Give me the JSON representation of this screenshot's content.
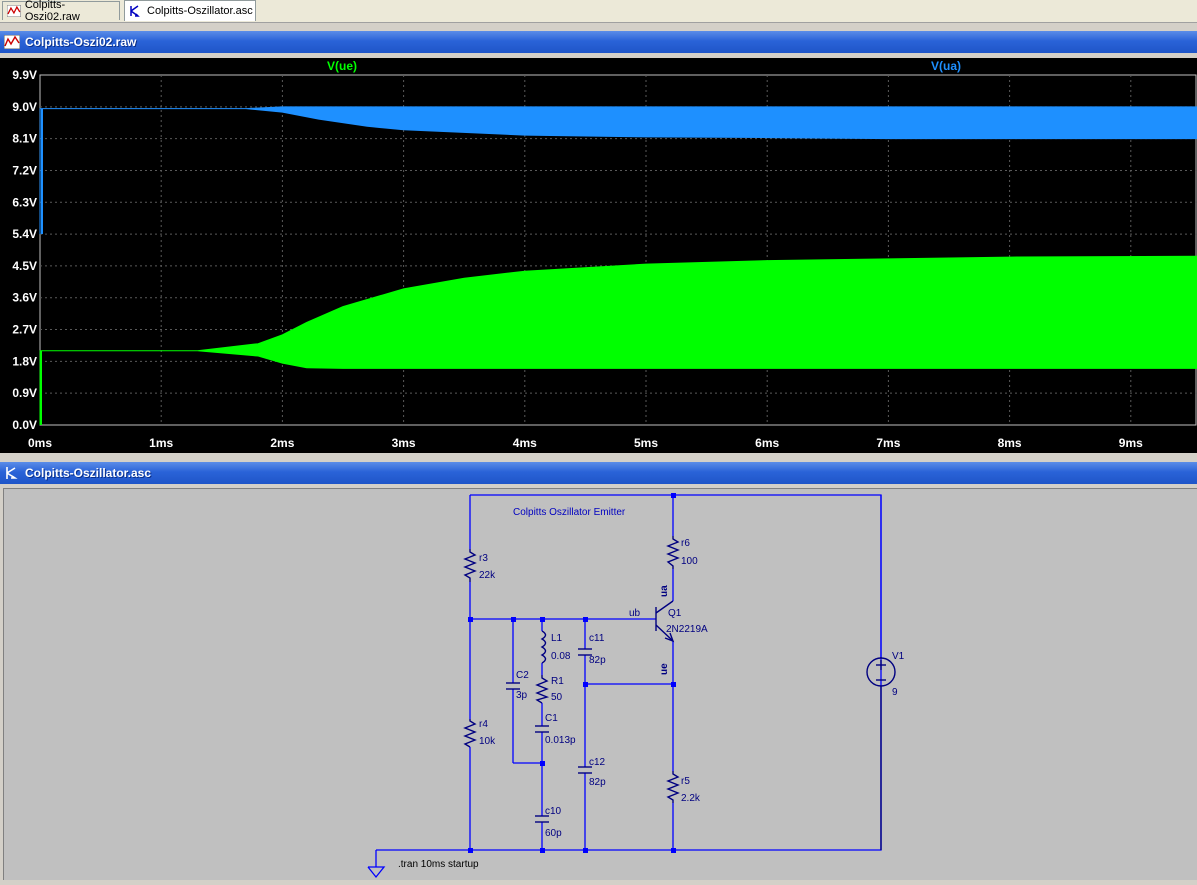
{
  "tabs": [
    {
      "label": "Colpitts-Oszi02.raw",
      "icon": "waveform-icon",
      "active": false
    },
    {
      "label": "Colpitts-Oszillator.asc",
      "icon": "schematic-icon",
      "active": true
    }
  ],
  "plot_window": {
    "title": "Colpitts-Oszi02.raw",
    "icon": "waveform-icon"
  },
  "schematic_window": {
    "title": "Colpitts-Oszillator.asc",
    "icon": "schematic-icon"
  },
  "colors": {
    "ue": "#00ff00",
    "ua": "#1e90ff",
    "axis": "#c0c0c0",
    "grid": "#5a5a5a",
    "wire": "#0000ff",
    "component": "#000080",
    "label": "#000080"
  },
  "chart_data": {
    "type": "line",
    "series": [
      {
        "name": "V(ue)",
        "color": "#00ff00",
        "x": [
          0,
          0.001,
          1.3,
          1.8,
          2.0,
          2.2,
          2.5,
          3.0,
          3.5,
          4.0,
          5.0,
          6.0,
          7.0,
          8.0,
          10.0
        ],
        "upper": [
          0,
          2.1,
          2.1,
          2.3,
          2.55,
          2.9,
          3.35,
          3.85,
          4.15,
          4.35,
          4.55,
          4.65,
          4.7,
          4.75,
          4.78
        ],
        "lower": [
          0,
          2.1,
          2.1,
          1.95,
          1.75,
          1.62,
          1.6,
          1.6,
          1.6,
          1.6,
          1.6,
          1.6,
          1.6,
          1.6,
          1.6
        ]
      },
      {
        "name": "V(ua)",
        "color": "#1e90ff",
        "x": [
          0,
          0.001,
          1.7,
          2.0,
          2.3,
          2.7,
          3.0,
          4.0,
          5.0,
          6.0,
          7.0,
          8.0,
          10.0
        ],
        "upper": [
          5.4,
          8.95,
          8.95,
          9.0,
          9.0,
          9.0,
          9.0,
          9.0,
          9.0,
          9.0,
          9.0,
          9.0,
          9.0
        ],
        "lower": [
          5.4,
          8.95,
          8.95,
          8.85,
          8.65,
          8.45,
          8.35,
          8.2,
          8.15,
          8.13,
          8.1,
          8.1,
          8.1
        ]
      }
    ],
    "y_ticks": [
      "9.9V",
      "9.0V",
      "8.1V",
      "7.2V",
      "6.3V",
      "5.4V",
      "4.5V",
      "3.6V",
      "2.7V",
      "1.8V",
      "0.9V",
      "0.0V"
    ],
    "x_ticks": [
      "0ms",
      "1ms",
      "2ms",
      "3ms",
      "4ms",
      "5ms",
      "6ms",
      "7ms",
      "8ms",
      "9ms"
    ],
    "xlim": [
      0,
      9.6
    ],
    "ylim": [
      0,
      9.9
    ],
    "grid": true
  },
  "schematic": {
    "title": "Colpitts Oszillator Emitter",
    "directive": ".tran 10ms startup",
    "components": [
      {
        "name": "r3",
        "value": "22k"
      },
      {
        "name": "r4",
        "value": "10k"
      },
      {
        "name": "r6",
        "value": "100"
      },
      {
        "name": "r5",
        "value": "2.2k"
      },
      {
        "name": "R1",
        "value": "50"
      },
      {
        "name": "L1",
        "value": "0.08"
      },
      {
        "name": "C1",
        "value": "0.013p"
      },
      {
        "name": "C2",
        "value": "3p"
      },
      {
        "name": "c11",
        "value": "82p"
      },
      {
        "name": "c12",
        "value": "82p"
      },
      {
        "name": "c10",
        "value": "60p"
      },
      {
        "name": "Q1",
        "value": "2N2219A"
      },
      {
        "name": "V1",
        "value": "9"
      }
    ],
    "nets": {
      "ua": "ua",
      "ub": "ub",
      "ue": "ue"
    }
  }
}
